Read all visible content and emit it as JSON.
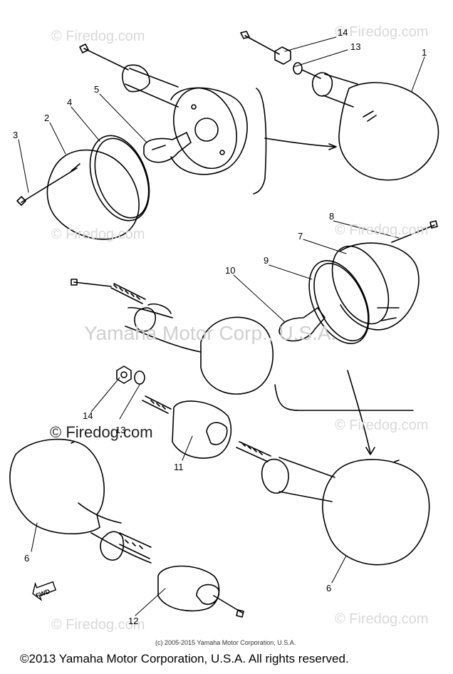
{
  "watermarks": {
    "top_left": "© Firedog.com",
    "top_right": "© Firedog.com",
    "mid_left": "© Firedog.com",
    "mid_right": "© Firedog.com",
    "center": "Yamaha Motor Corp., U.S.A.",
    "left_bold": "© Firedog.com",
    "right_mid2": "© Firedog.com",
    "bottom_left": "© Firedog.com",
    "bottom_right": "© Firedog.com"
  },
  "callouts": {
    "c1": "1",
    "c2": "2",
    "c3": "3",
    "c4": "4",
    "c5": "5",
    "c6a": "6",
    "c6b": "6",
    "c7": "7",
    "c8": "8",
    "c9": "9",
    "c10": "10",
    "c11": "11",
    "c12": "12",
    "c13a": "13",
    "c13b": "13",
    "c14a": "14",
    "c14b": "14"
  },
  "fwd_label": "FWD",
  "small_copyright": "(c) 2005-2015 Yamaha Motor Corporation, U.S.A.",
  "footer": "©2013 Yamaha Motor Corporation, U.S.A. All rights reserved.",
  "colors": {
    "line": "#000000",
    "watermark": "#d9d9d9"
  }
}
